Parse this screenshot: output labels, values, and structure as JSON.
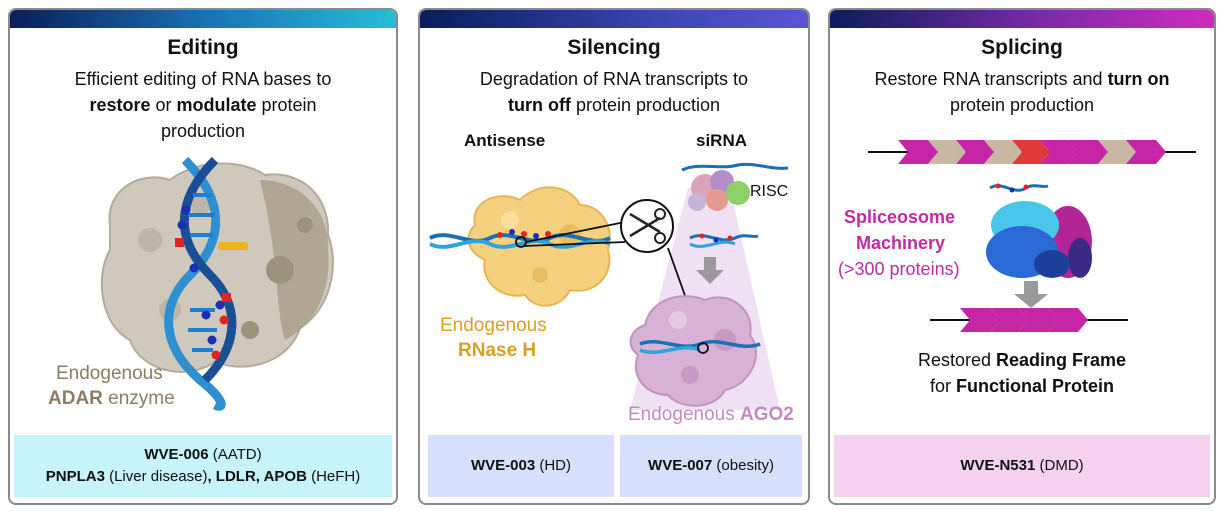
{
  "colors": {
    "editing_bar": "#28bcd8",
    "silencing_bar": "#5a55d2",
    "splicing_bar": "#d02cbc",
    "editing_footer": "#c7f3fa",
    "silencing_footer": "#d6dffc",
    "splicing_footer": "#f5d0ef"
  },
  "editing": {
    "title": "Editing",
    "desc_1": "Efficient editing of RNA bases to",
    "desc_2a": "restore",
    "desc_2b": " or ",
    "desc_2c": "modulate",
    "desc_2d": " protein",
    "desc_3": "production",
    "enzyme_1": "Endogenous",
    "enzyme_2a": "ADAR",
    "enzyme_2b": " enzyme",
    "footer_1a": "WVE-006",
    "footer_1b": " (AATD)",
    "footer_2a": "PNPLA3",
    "footer_2b": " (Liver disease)",
    "footer_2c": ", LDLR, APOB",
    "footer_2d": " (HeFH)",
    "icons": [
      "dna-helix-icon",
      "adar-protein-icon"
    ]
  },
  "silencing": {
    "title": "Silencing",
    "desc_1": "Degradation of RNA transcripts to",
    "desc_2a": "turn off",
    "desc_2b": " protein production",
    "antisense_label": "Antisense",
    "sirna_label": "siRNA",
    "risc_label": "RISC",
    "rnaseh_1": "Endogenous",
    "rnaseh_2": "RNase H",
    "ago2_1": "Endogenous ",
    "ago2_2": "AGO2",
    "footer_left_a": "WVE-003",
    "footer_left_b": " (HD)",
    "footer_right_a": "WVE-007",
    "footer_right_b": " (obesity)",
    "icons": [
      "scissors-icon",
      "rnase-h-protein-icon",
      "risc-complex-icon",
      "ago2-protein-icon",
      "down-arrow-icon"
    ]
  },
  "splicing": {
    "title": "Splicing",
    "desc_1a": "Restore RNA transcripts and ",
    "desc_1b": "turn on",
    "desc_2": "protein production",
    "machinery_1": "Spliceosome",
    "machinery_2": "Machinery",
    "machinery_3": "(>300 proteins)",
    "result_1a": "Restored ",
    "result_1b": "Reading Frame",
    "result_2a": "for ",
    "result_2b": "Functional Protein",
    "footer_a": "WVE-N531",
    "footer_b": " (DMD)",
    "icons": [
      "exon-strand-icon",
      "spliceosome-icon",
      "down-arrow-icon"
    ]
  }
}
